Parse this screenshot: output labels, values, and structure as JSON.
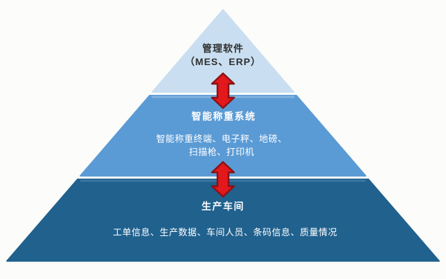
{
  "diagram": {
    "type": "pyramid",
    "background_color": "#fcfcfa",
    "levels": [
      {
        "id": "management-software",
        "position": "top",
        "title": "管理软件",
        "subtitle": "（MES、ERP）",
        "fill": "#c9dff1",
        "text_color": "#2f2f2f"
      },
      {
        "id": "intelligent-weighing-system",
        "position": "middle",
        "title": "智能称重系统",
        "lines": [
          "智能称重终端、电子秤、地磅、",
          "扫描枪、打印机"
        ],
        "fill": "#5b9bd5",
        "text_color": "#ffffff"
      },
      {
        "id": "production-workshop",
        "position": "bottom",
        "title": "生产车间",
        "lines": [
          "工单信息、生产数据、车间人员、条码信息、质量情况"
        ],
        "fill": "#20618e",
        "text_color": "#ffffff"
      }
    ],
    "arrows": {
      "description": "red vertical double-headed arrows linking adjacent levels",
      "fill": "#e2181c",
      "border": "#8b1114"
    }
  }
}
